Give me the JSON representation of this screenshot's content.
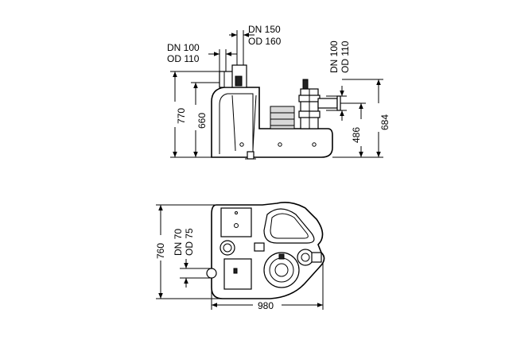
{
  "side_view": {
    "inlet_large": {
      "dn": "DN 150",
      "od": "OD 160"
    },
    "inlet_small": {
      "dn": "DN 100",
      "od": "OD 110"
    },
    "outlet": {
      "dn": "DN 100",
      "od": "OD 110"
    },
    "height_total": "770",
    "height_inlet": "660",
    "height_outlet": "486",
    "height_right": "684"
  },
  "top_view": {
    "vent": {
      "dn": "DN 70",
      "od": "OD 75"
    },
    "depth": "760",
    "width": "980"
  }
}
